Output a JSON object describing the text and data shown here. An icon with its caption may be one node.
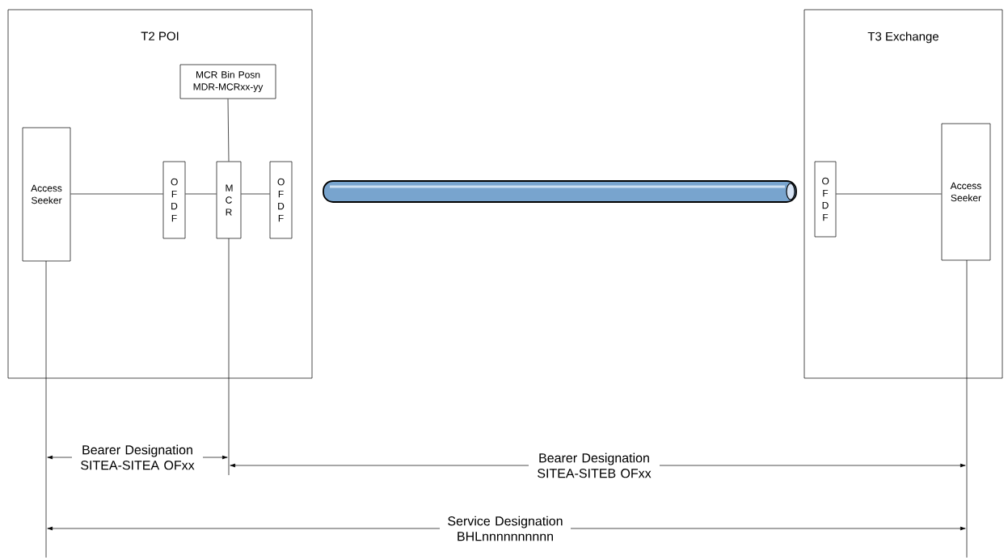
{
  "diagram": {
    "nodes": [
      {
        "text": [
          "T2 POI"
        ]
      },
      {
        "text": [
          "MCR Bin Posn MDR-MCRxx-yy"
        ],
        "in": 0
      },
      {
        "text": [
          "Access Seeker"
        ],
        "in": 0
      },
      {
        "text": [
          "O F D F"
        ],
        "in": 0
      },
      {
        "text": [
          "M C R"
        ],
        "in": 0
      },
      {
        "text": [
          "O F D F"
        ],
        "in": 0
      },
      {
        "text": [],
        "shape": "cylinder"
      },
      {
        "text": [
          "T3 Exchange"
        ]
      },
      {
        "text": [
          "O F D F"
        ],
        "in": 7
      },
      {
        "text": [
          "Access Seeker"
        ],
        "in": 7
      }
    ],
    "edges": [
      {
        "from": 2,
        "to": 3,
        "arrow": "none"
      },
      {
        "from": 3,
        "to": 4,
        "arrow": "none"
      },
      {
        "from": 4,
        "to": 5,
        "arrow": "none"
      },
      {
        "from": 1,
        "to": 4,
        "arrow": "none"
      },
      {
        "from": 8,
        "to": 9,
        "arrow": "none"
      }
    ],
    "labels": [
      "Bearer Designation SITEA-SITEB OFxx",
      "Bearer Designation SITEA-SITEA OFxx",
      "Service Designation BHLnnnnnnnnnn"
    ]
  }
}
